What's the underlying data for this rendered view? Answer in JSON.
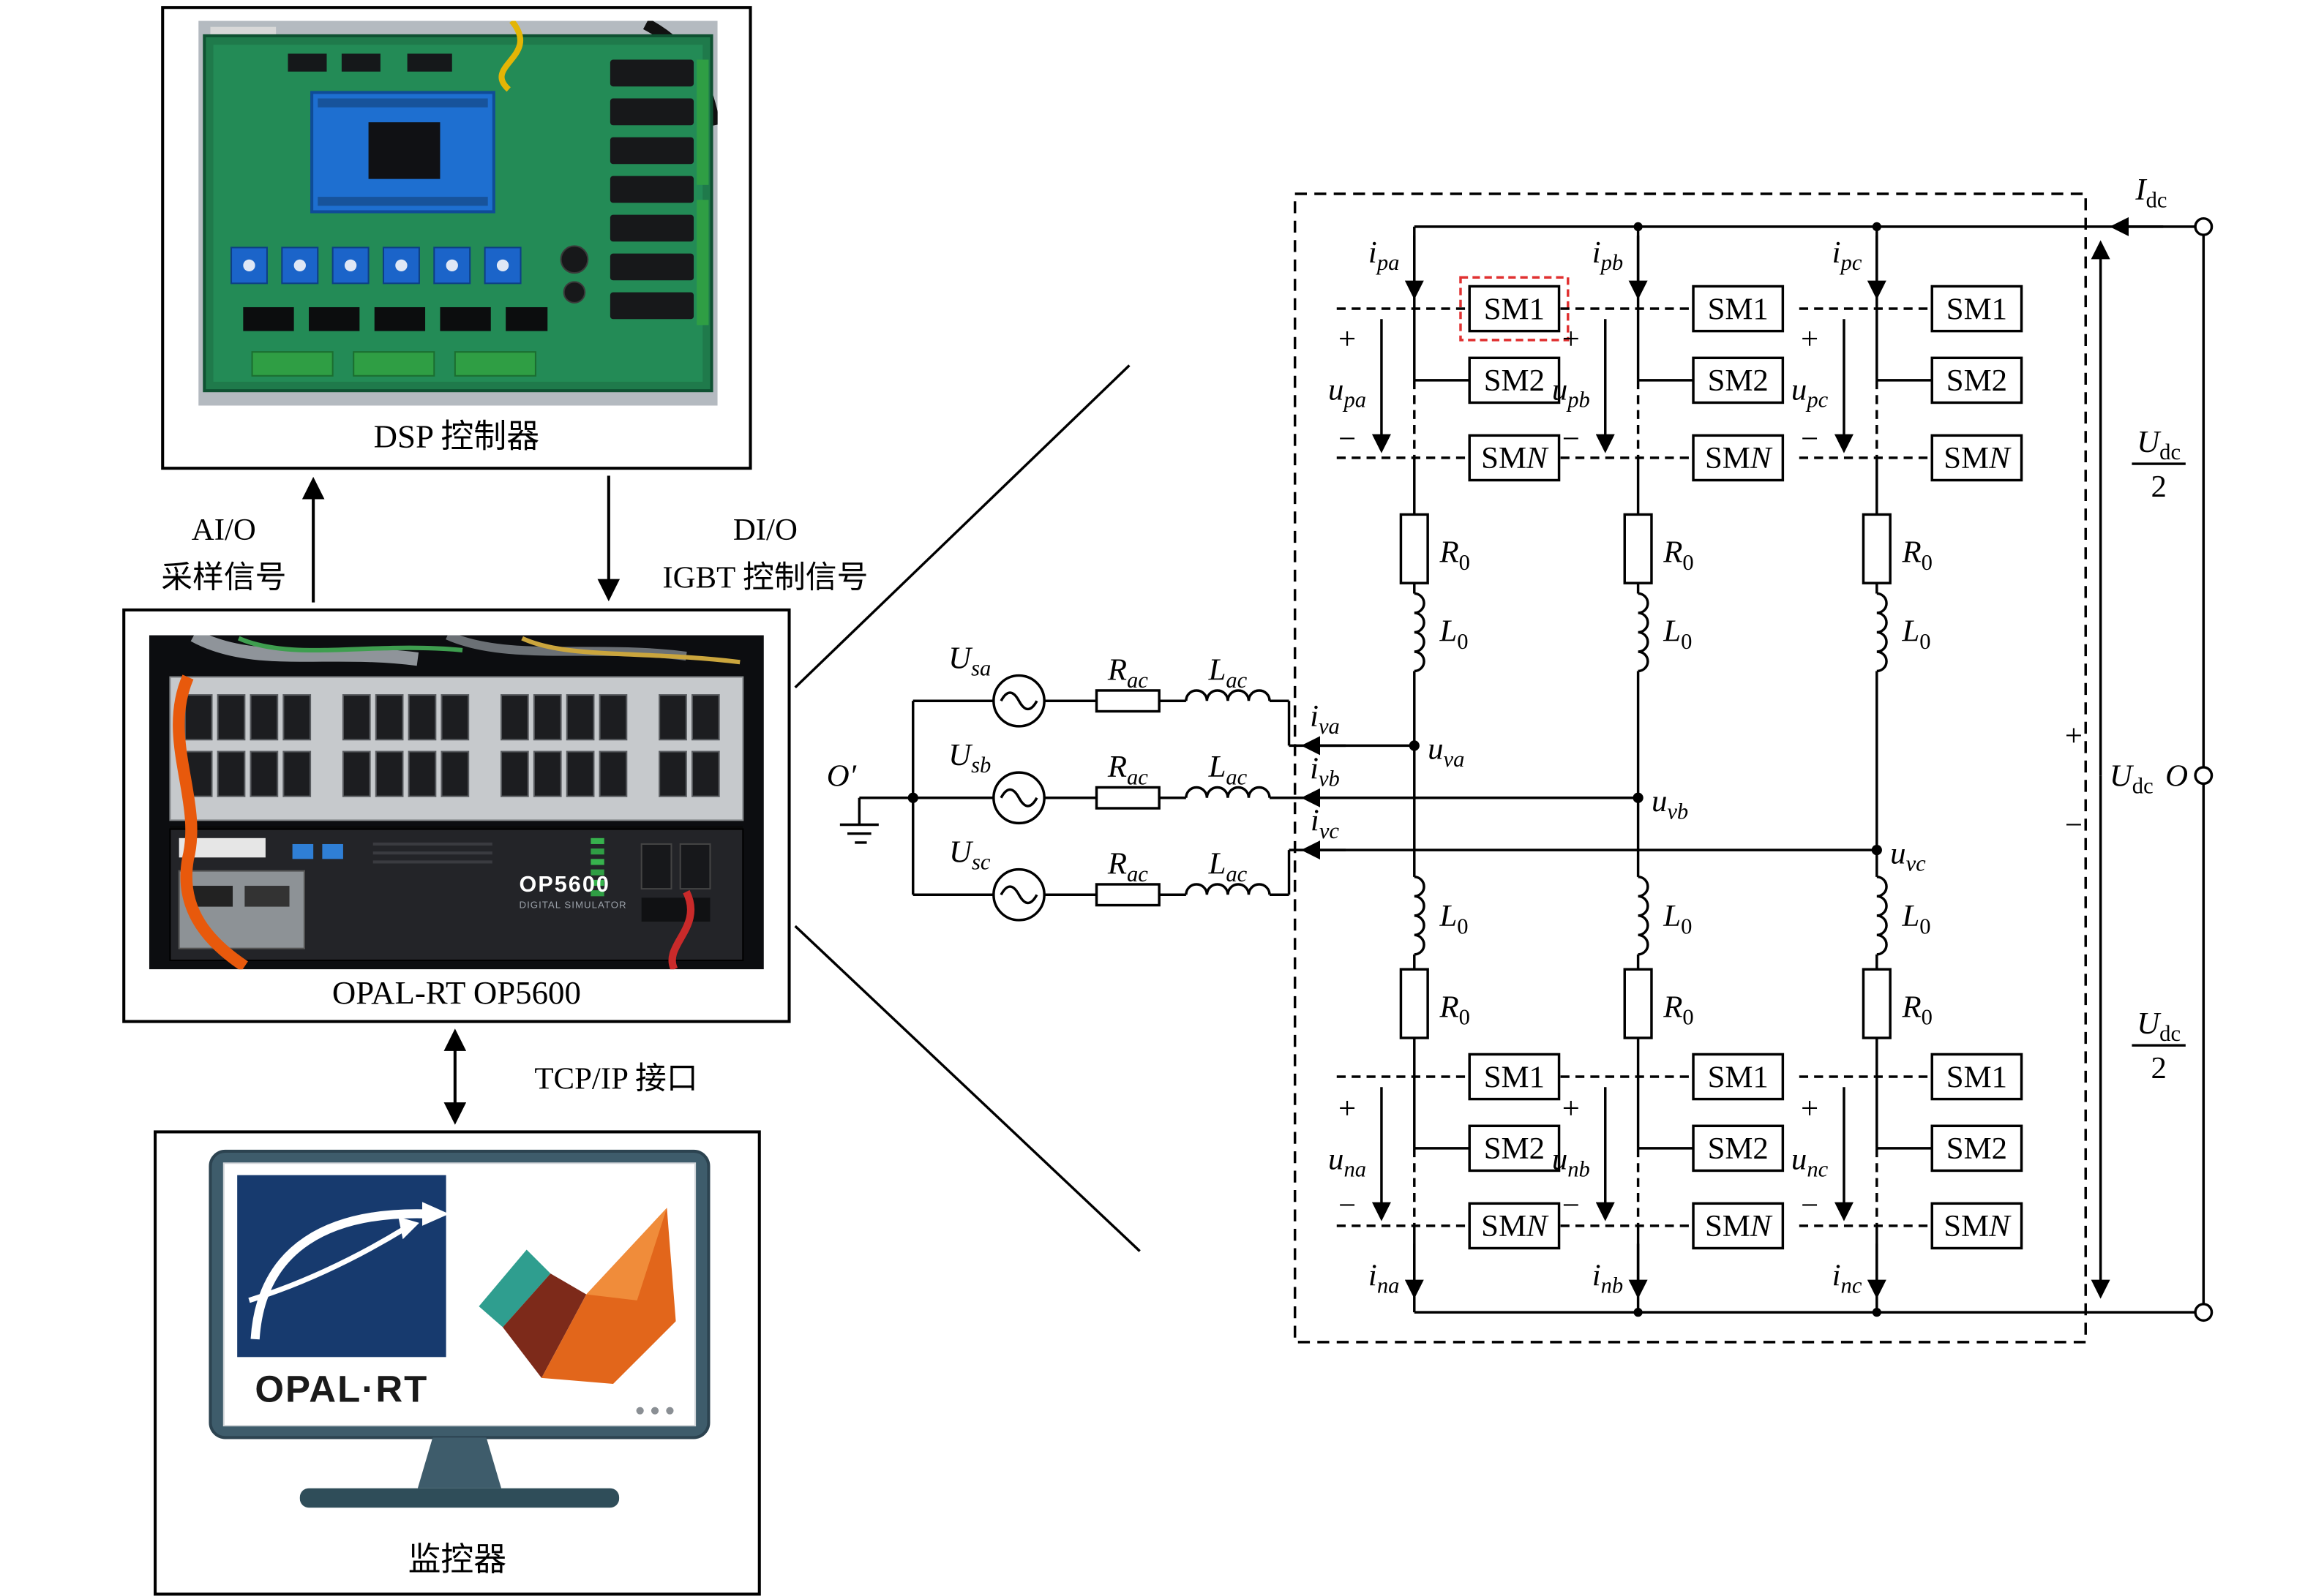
{
  "left_panel": {
    "dsp_box": {
      "caption": "DSP 控制器"
    },
    "aio_arrow": {
      "line1": "AI/O",
      "line2": "采样信号"
    },
    "dio_arrow": {
      "line1": "DI/O",
      "line2": "IGBT 控制信号"
    },
    "opal_box": {
      "caption": "OPAL-RT OP5600",
      "panel_text": "OP5600",
      "panel_subtext": "DIGITAL SIMULATOR"
    },
    "tcp_arrow": {
      "label": "TCP/IP 接口"
    },
    "monitor_box": {
      "caption": "监控器",
      "logo_text": "OPAL·RT"
    }
  },
  "circuit": {
    "ac": {
      "origin_label": "O′",
      "source_labels": [
        {
          "base": "U",
          "sub": "sa"
        },
        {
          "base": "U",
          "sub": "sb"
        },
        {
          "base": "U",
          "sub": "sc"
        }
      ],
      "resistor_label": {
        "base": "R",
        "sub": "ac"
      },
      "inductor_label": {
        "base": "L",
        "sub": "ac"
      },
      "current_labels": [
        {
          "base": "i",
          "sub": "va"
        },
        {
          "base": "i",
          "sub": "vb"
        },
        {
          "base": "i",
          "sub": "vc"
        }
      ],
      "node_labels": [
        {
          "base": "u",
          "sub": "va"
        },
        {
          "base": "u",
          "sub": "vb"
        },
        {
          "base": "u",
          "sub": "vc"
        }
      ]
    },
    "arm": {
      "sm1": "SM1",
      "sm2": "SM2",
      "smn_base": "SM",
      "smn_italic": "N",
      "r_label": {
        "base": "R",
        "sub": "0"
      },
      "l_label": {
        "base": "L",
        "sub": "0"
      },
      "plus": "+",
      "minus": "−",
      "upper_current_labels": [
        {
          "base": "i",
          "sub": "pa"
        },
        {
          "base": "i",
          "sub": "pb"
        },
        {
          "base": "i",
          "sub": "pc"
        }
      ],
      "lower_current_labels": [
        {
          "base": "i",
          "sub": "na"
        },
        {
          "base": "i",
          "sub": "nb"
        },
        {
          "base": "i",
          "sub": "nc"
        }
      ],
      "upper_voltage_labels": [
        {
          "base": "u",
          "sub": "pa"
        },
        {
          "base": "u",
          "sub": "pb"
        },
        {
          "base": "u",
          "sub": "pc"
        }
      ],
      "lower_voltage_labels": [
        {
          "base": "u",
          "sub": "na"
        },
        {
          "base": "u",
          "sub": "nb"
        },
        {
          "base": "u",
          "sub": "nc"
        }
      ]
    },
    "dc": {
      "idc_label": {
        "base": "I",
        "sub": "dc"
      },
      "udc_label": {
        "base": "U",
        "sub": "dc"
      },
      "half_label": {
        "num_base": "U",
        "num_sub": "dc",
        "den": "2"
      },
      "o_label": "O",
      "plus": "+",
      "minus": "−"
    }
  }
}
